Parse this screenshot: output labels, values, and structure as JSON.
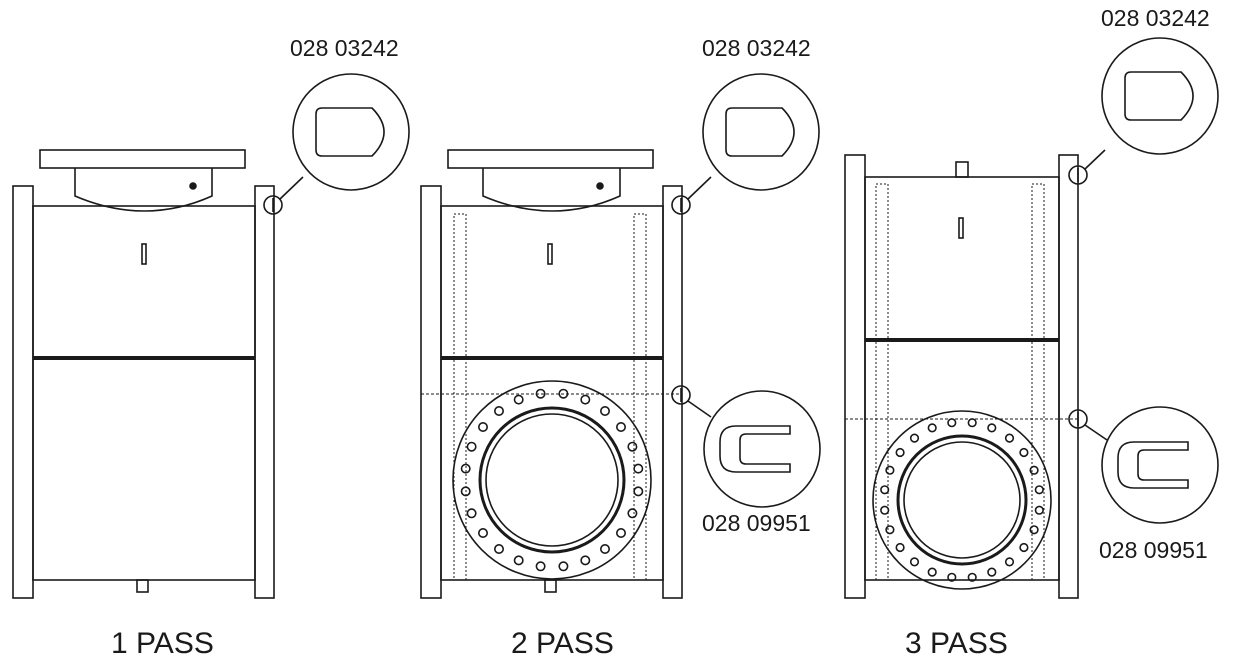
{
  "views": [
    {
      "id": "pass-1",
      "pass_label": "1 PASS",
      "callouts": [
        {
          "kind": "top",
          "part_number": "028 03242",
          "symbol_shape": "d-slot"
        }
      ]
    },
    {
      "id": "pass-2",
      "pass_label": "2 PASS",
      "callouts": [
        {
          "kind": "top",
          "part_number": "028 03242",
          "symbol_shape": "d-slot"
        },
        {
          "kind": "bottom",
          "part_number": "028 09951",
          "symbol_shape": "u-slot"
        }
      ]
    },
    {
      "id": "pass-3",
      "pass_label": "3 PASS",
      "callouts": [
        {
          "kind": "top",
          "part_number": "028 03242",
          "symbol_shape": "d-slot"
        },
        {
          "kind": "bottom",
          "part_number": "028 09951",
          "symbol_shape": "u-slot"
        }
      ]
    }
  ],
  "colors": {
    "line": "#1a1a1a",
    "background": "#ffffff"
  }
}
